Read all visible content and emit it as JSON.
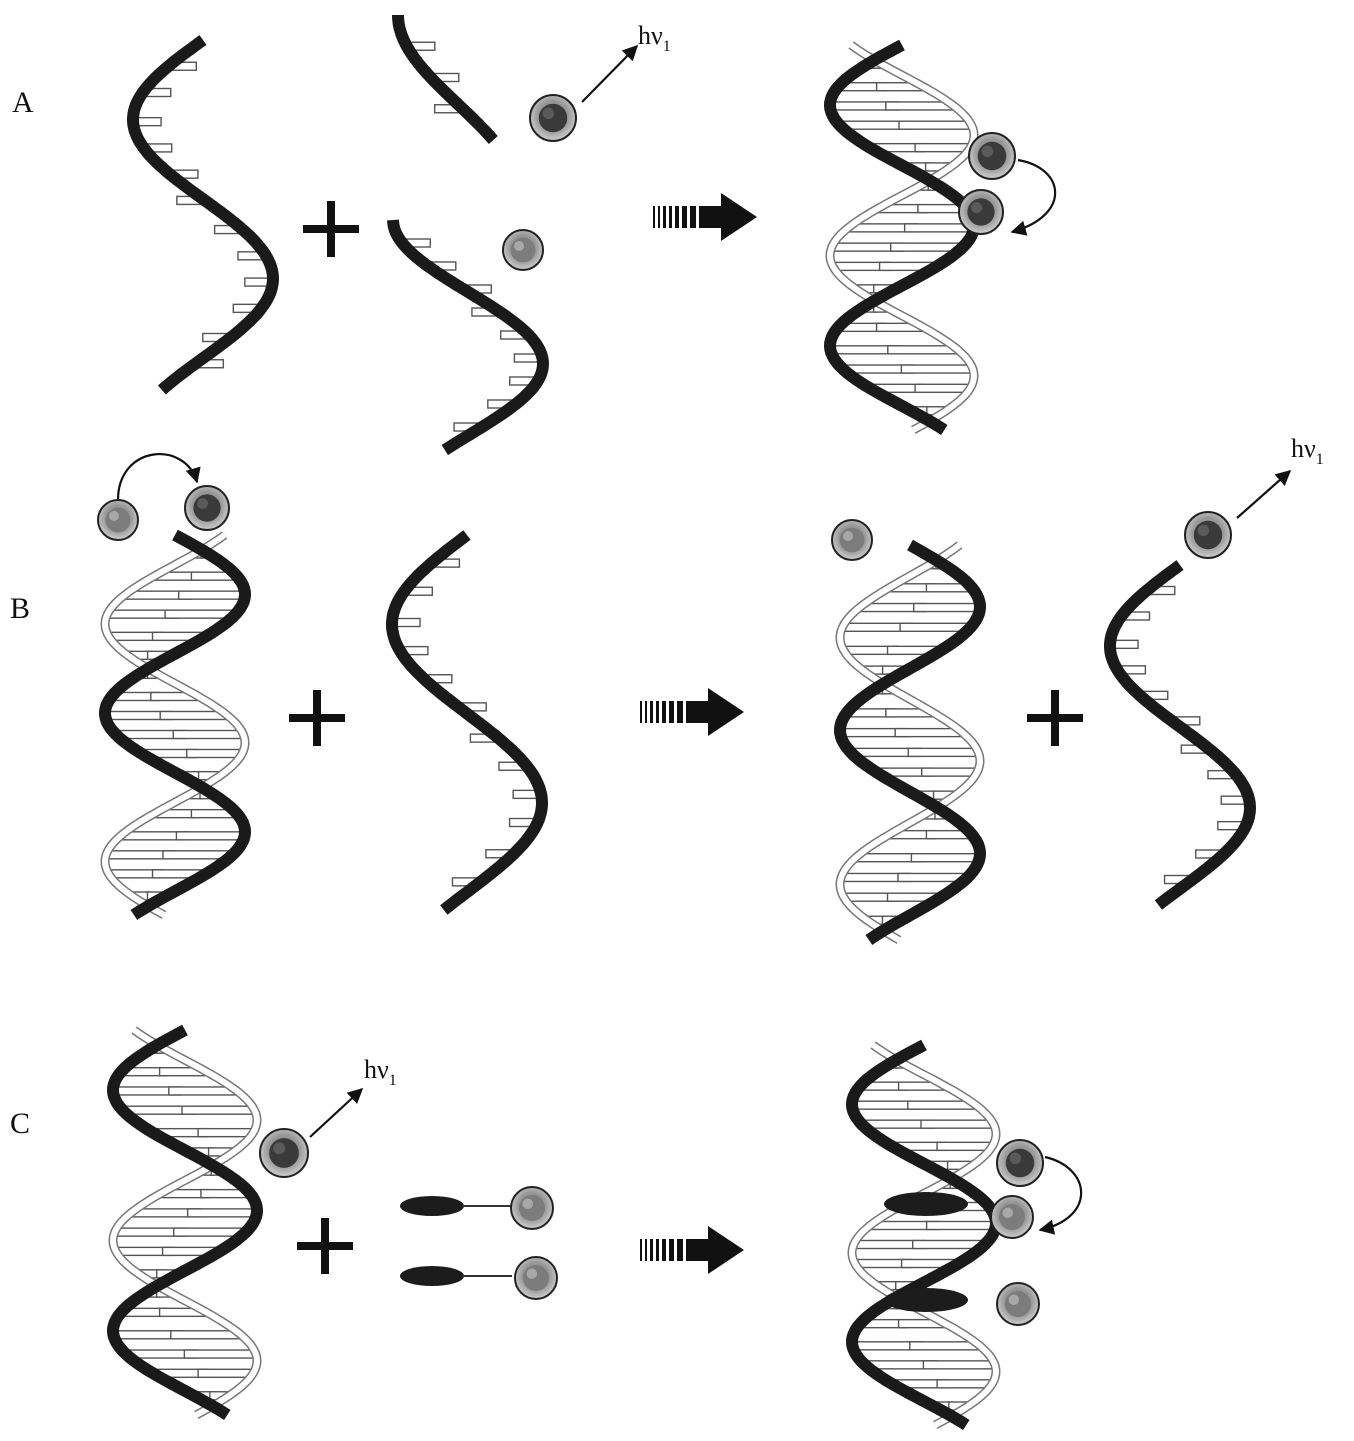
{
  "panels": [
    {
      "label": "A"
    },
    {
      "label": "B"
    },
    {
      "label": "C"
    }
  ],
  "emission": {
    "text": "hν",
    "subscript": "1"
  },
  "colors": {
    "strand_front": "#1a1a1a",
    "strand_back": "#777777",
    "fluorophore": "#8a8a8a",
    "background": "#ffffff"
  },
  "icons": {
    "process_arrow": "striped-block-arrow",
    "plus": "plus-sign",
    "energy_transfer": "curved-arrow",
    "emission": "straight-arrow"
  }
}
